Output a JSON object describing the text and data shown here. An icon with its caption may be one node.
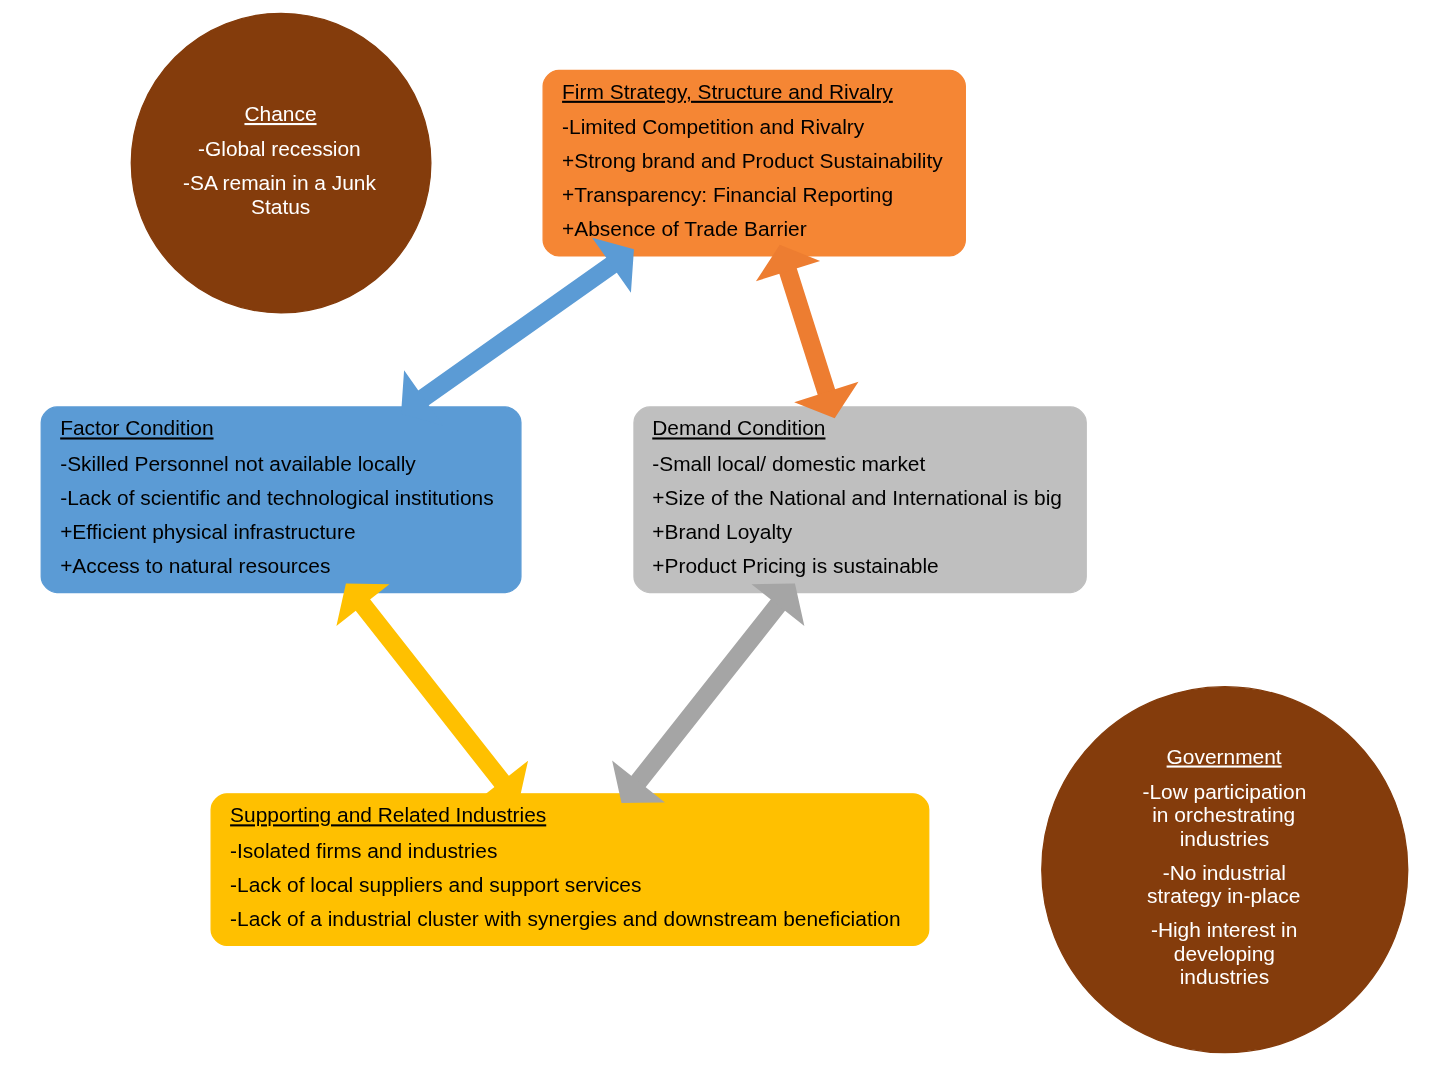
{
  "diagram": {
    "nodes": [
      {
        "text": [
          "Chance",
          "-Global recession",
          "-SA remain in a Junk Status"
        ]
      },
      {
        "text": [
          "Firm Strategy, Structure and Rivalry",
          "-Limited Competition and Rivalry",
          "+Strong brand and Product Sustainability",
          "+Transparency: Financial Reporting",
          "+Absence of Trade Barrier"
        ]
      },
      {
        "text": [
          "Factor Condition",
          "-Skilled Personnel not available locally",
          "-Lack of scientific and technological institutions",
          "+Efficient physical infrastructure",
          "+Access to natural resources"
        ]
      },
      {
        "text": [
          "Demand Condition",
          "-Small local/ domestic market",
          "+Size of the National and International is big",
          "+Brand Loyalty",
          "+Product Pricing is sustainable"
        ]
      },
      {
        "text": [
          "Supporting and Related Industries",
          "-Isolated firms and industries",
          "-Lack of local suppliers and support services",
          "-Lack of a industrial cluster with synergies and downstream beneficiation"
        ]
      },
      {
        "text": [
          "Government",
          "-Low participation in orchestrating industries",
          "-No industrial strategy in-place",
          "-High interest in developing industries"
        ]
      }
    ],
    "edges": [
      {
        "from": 1,
        "to": 2,
        "arrow": "both",
        "color": "#5b9bd5"
      },
      {
        "from": 1,
        "to": 3,
        "arrow": "both",
        "color": "#ed7d31"
      },
      {
        "from": 2,
        "to": 4,
        "arrow": "both",
        "color": "#ffc000"
      },
      {
        "from": 3,
        "to": 4,
        "arrow": "both",
        "color": "#a5a5a5"
      }
    ]
  }
}
